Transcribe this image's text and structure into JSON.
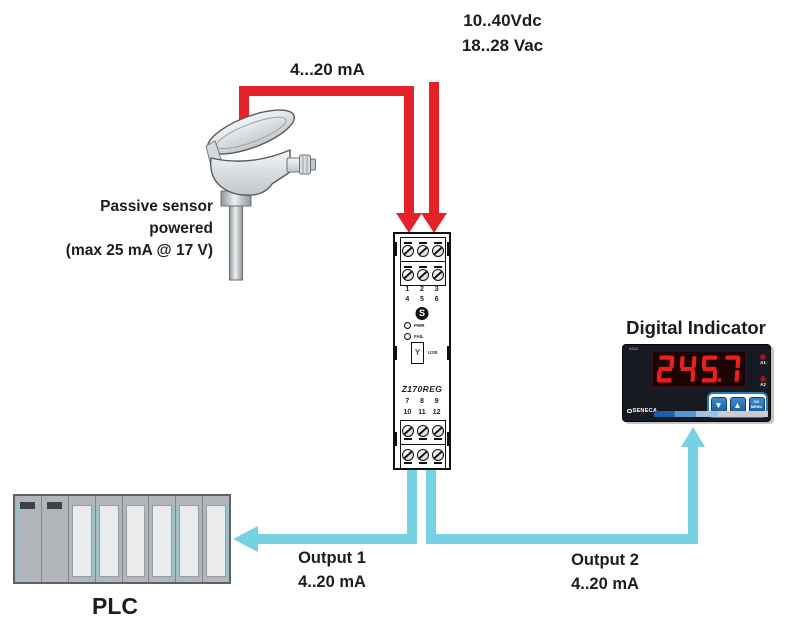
{
  "colors": {
    "red": "#e62129",
    "cyan": "#74d2e2",
    "button_blue": "#2d77ba",
    "digit_red": "#ea1f1f"
  },
  "labels": {
    "power_line1": "10..40Vdc",
    "power_line2": "18..28 Vac",
    "sensor_current": "4...20 mA",
    "sensor_caption": [
      "Passive sensor",
      "powered",
      "(max 25 mA @ 17 V)"
    ],
    "plc": "PLC",
    "output1_line1": "Output 1",
    "output1_line2": "4..20 mA",
    "output2_line1": "Output 2",
    "output2_line2": "4..20 mA",
    "indicator_title": "Digital Indicator"
  },
  "module": {
    "name": "Z170REG",
    "logo_letter": "S",
    "terminal_numbers_top": [
      [
        "1",
        "2",
        "3"
      ],
      [
        "4",
        "5",
        "6"
      ]
    ],
    "terminal_numbers_bottom": [
      [
        "7",
        "8",
        "9"
      ],
      [
        "10",
        "11",
        "12"
      ]
    ],
    "led_labels": [
      "PWR",
      "FAIL"
    ],
    "usb_glyph": "Y",
    "usb_label": "USB"
  },
  "indicator": {
    "model_tag": "S311",
    "display_value": "245.7",
    "alarm_labels": [
      "A1",
      "A2"
    ],
    "buttons": {
      "down": "▼",
      "up": "▲",
      "ok_line1": "OK",
      "ok_line2": "MENU"
    },
    "brand": "SENECA"
  }
}
